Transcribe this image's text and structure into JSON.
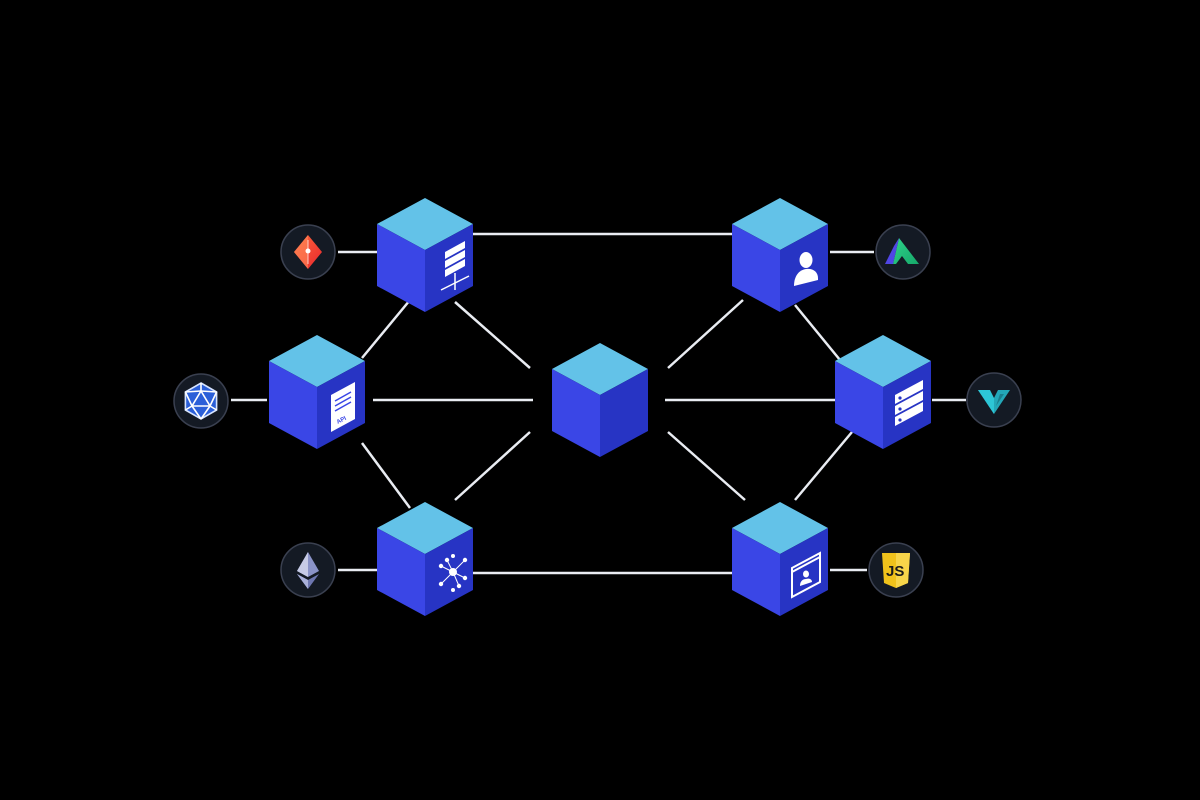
{
  "diagram": {
    "background": "#000000",
    "colors": {
      "cube_top": "#63c2e8",
      "cube_left": "#3a46e6",
      "cube_right": "#2734c4",
      "connector": "#e9ecf2",
      "badge_background": "#141a24"
    },
    "nodes": [
      {
        "id": "hub",
        "icon": "none"
      },
      {
        "id": "server-cube",
        "icon": "server-network-icon"
      },
      {
        "id": "api-cube",
        "icon": "api-document-icon"
      },
      {
        "id": "network-cube",
        "icon": "network-nodes-icon"
      },
      {
        "id": "user-cube",
        "icon": "user-icon"
      },
      {
        "id": "database-cube",
        "icon": "database-icon"
      },
      {
        "id": "profile-cube",
        "icon": "profile-card-icon"
      }
    ],
    "badges": [
      {
        "id": "red-logo",
        "icon": "red-diamond-logo-icon",
        "attached_to": "server-cube"
      },
      {
        "id": "polygon-logo",
        "icon": "icosahedron-logo-icon",
        "attached_to": "api-cube"
      },
      {
        "id": "ethereum-logo",
        "icon": "ethereum-logo-icon",
        "attached_to": "network-cube"
      },
      {
        "id": "triangle-logo",
        "icon": "green-triangle-logo-icon",
        "attached_to": "user-cube"
      },
      {
        "id": "vue-logo",
        "icon": "teal-triangle-logo-icon",
        "attached_to": "database-cube"
      },
      {
        "id": "js-logo",
        "icon": "javascript-logo-icon",
        "attached_to": "profile-cube",
        "label": "JS"
      }
    ],
    "api_label": "API"
  }
}
